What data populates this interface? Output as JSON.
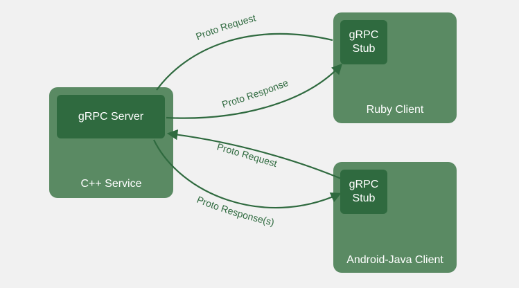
{
  "nodes": {
    "cpp_service": {
      "caption": "C++ Service",
      "inner_label": "gRPC Server"
    },
    "ruby_client": {
      "caption": "Ruby Client",
      "inner_label": "gRPC\nStub"
    },
    "android_client": {
      "caption": "Android-Java Client",
      "inner_label": "gRPC\nStub"
    }
  },
  "edges": {
    "ruby_request": "Proto Request",
    "ruby_response": "Proto Response",
    "android_request": "Proto Request",
    "android_response": "Proto Response(s)"
  },
  "colors": {
    "background": "#f1f1f1",
    "outer_box": "#5a8a63",
    "inner_box": "#2f6a3f",
    "arrow": "#2f6a3f"
  }
}
